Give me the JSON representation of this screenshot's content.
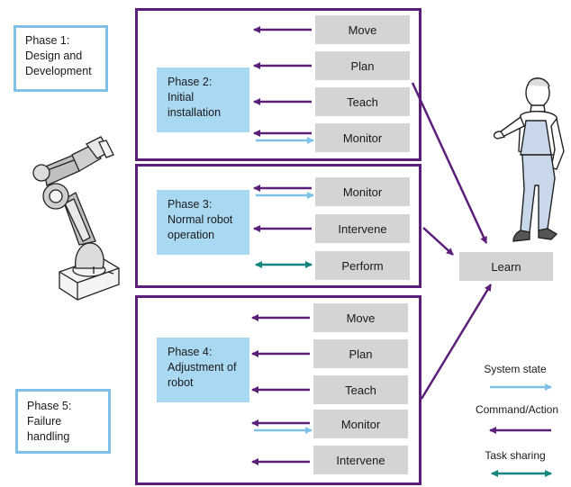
{
  "colors": {
    "command": "#5b1f7a",
    "system_state": "#7fc1e6",
    "task_sharing": "#13857e",
    "phase_fill": "#a9d8f2",
    "action_box": "#d4d4d4"
  },
  "phases": {
    "p1": "Phase 1:\nDesign and\nDevelopment",
    "p2": "Phase 2:\nInitial\ninstallation",
    "p3": "Phase 3:\nNormal robot\noperation",
    "p4": "Phase 4:\nAdjustment of\nrobot",
    "p5": "Phase 5:\nFailure\nhandling"
  },
  "group1": [
    "Move",
    "Plan",
    "Teach",
    "Monitor"
  ],
  "group2": [
    "Monitor",
    "Intervene",
    "Perform"
  ],
  "group3": [
    "Move",
    "Plan",
    "Teach",
    "Monitor",
    "Intervene"
  ],
  "learn": "Learn",
  "legend": {
    "system_state": "System state",
    "command_action": "Command/Action",
    "task_sharing": "Task sharing"
  },
  "icons": [
    "robot-arm-icon",
    "human-operator-icon"
  ]
}
